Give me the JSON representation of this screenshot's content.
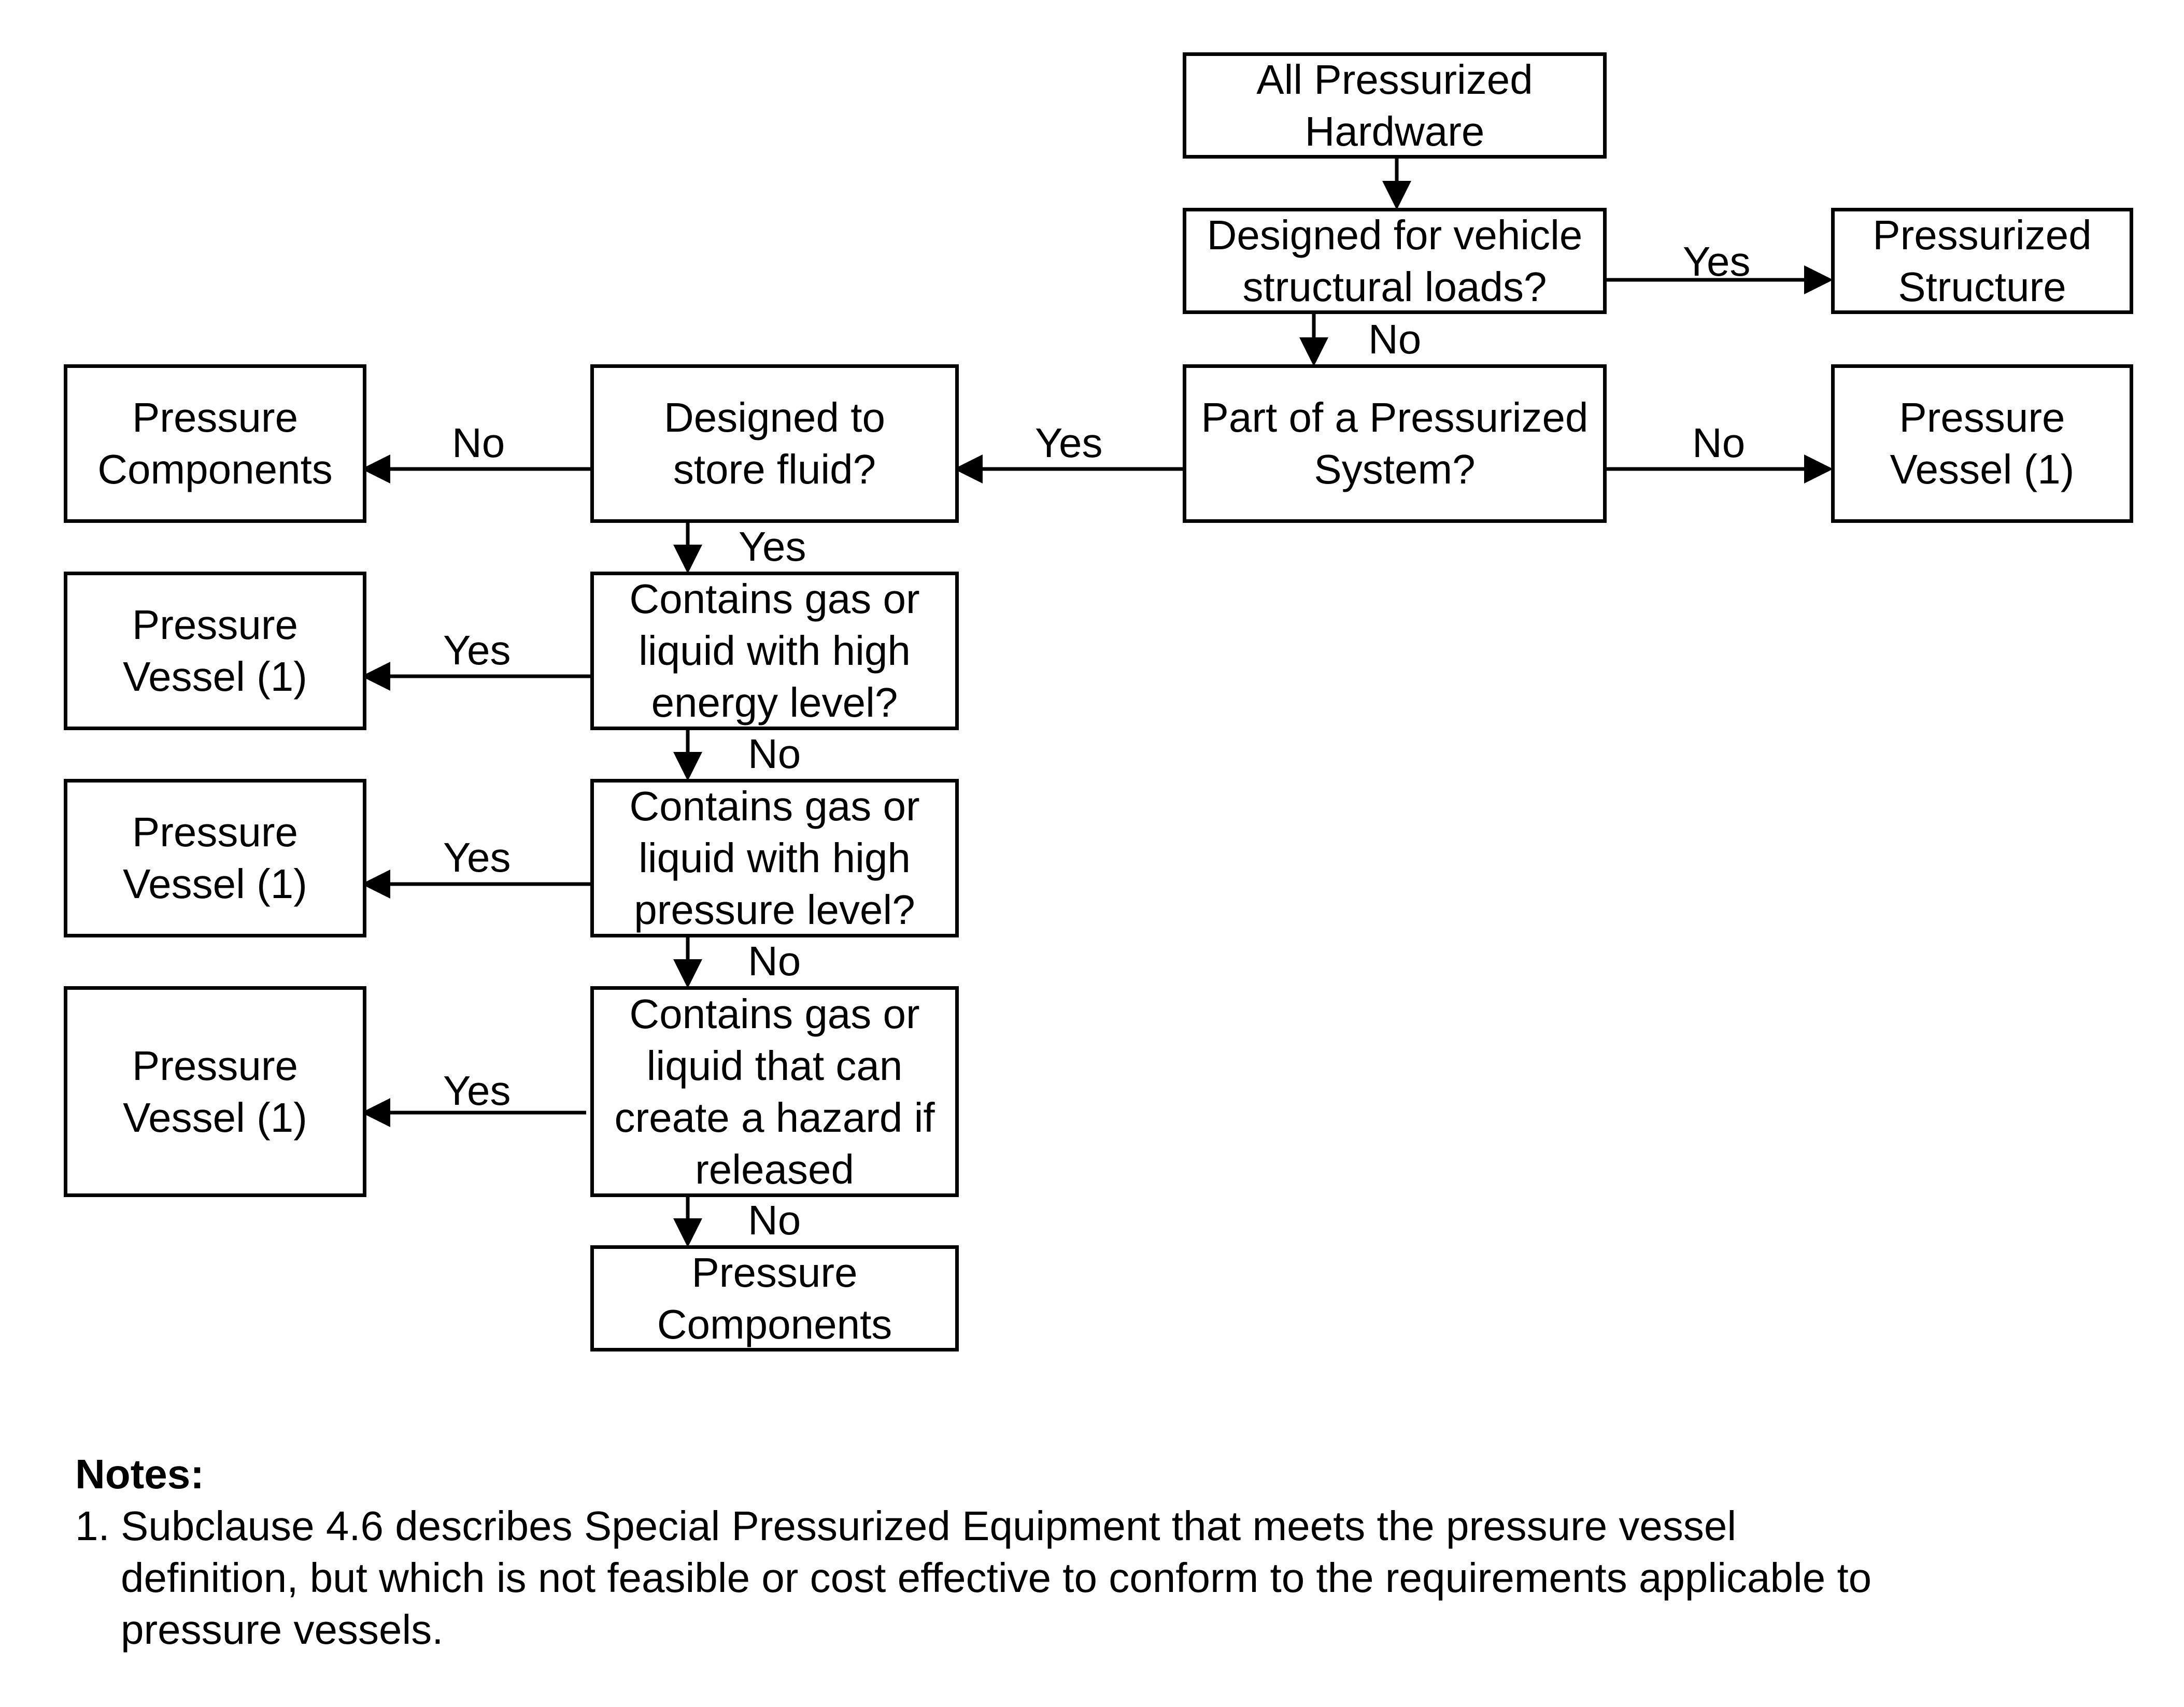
{
  "nodes": {
    "all_hardware": "All Pressurized\nHardware",
    "q_structural": "Designed for vehicle\nstructural loads?",
    "pressurized_structure": "Pressurized\nStructure",
    "q_part_of_system": "Part of a Pressurized\nSystem?",
    "pressure_vessel_right": "Pressure\nVessel (1)",
    "q_store_fluid": "Designed to\nstore fluid?",
    "pressure_components_top": "Pressure\nComponents",
    "q_high_energy": "Contains gas or\nliquid with high\nenergy level?",
    "pressure_vessel_energy": "Pressure\nVessel (1)",
    "q_high_pressure": "Contains gas or\nliquid with high\npressure level?",
    "pressure_vessel_pressure": "Pressure\nVessel (1)",
    "q_hazard": "Contains gas or\nliquid that can\ncreate a hazard if\nreleased",
    "pressure_vessel_hazard": "Pressure\nVessel (1)",
    "pressure_components_bottom": "Pressure\nComponents"
  },
  "edge_labels": {
    "structural_yes": "Yes",
    "structural_no": "No",
    "system_yes": "Yes",
    "system_no": "No",
    "store_no": "No",
    "store_yes": "Yes",
    "energy_yes": "Yes",
    "energy_no": "No",
    "pressure_yes": "Yes",
    "pressure_no": "No",
    "hazard_yes": "Yes",
    "hazard_no": "No"
  },
  "notes": {
    "title": "Notes:",
    "items": [
      {
        "number": "1.",
        "text": "Subclause 4.6 describes Special Pressurized Equipment that meets the pressure vessel definition, but which is not feasible or cost effective to conform to the requirements applicable to pressure vessels."
      }
    ]
  }
}
